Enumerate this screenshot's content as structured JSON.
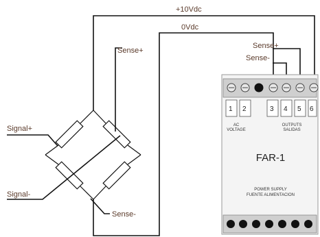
{
  "wires": {
    "supply_pos": "+10Vdc",
    "supply_neg": "0Vdc"
  },
  "bridge_labels": {
    "sense_pos": "Sense+",
    "sense_neg": "Sense-",
    "signal_pos": "Signal+",
    "signal_neg": "Signal-"
  },
  "module_labels": {
    "sense_pos": "Sense+",
    "sense_neg": "Sense-"
  },
  "module": {
    "name": "FAR-1",
    "terminals_left": [
      "1",
      "2"
    ],
    "terminals_right": [
      "3",
      "4",
      "5",
      "6"
    ],
    "ac_line1": "AC",
    "ac_line2": "VOLTAGE",
    "outputs_line1": "OUTPUTS",
    "outputs_line2": "SALIDAS",
    "power_line1": "POWER SUPPLY",
    "power_line2": "FUENTE ALIMENTACION"
  },
  "colors": {
    "wire": "#111111",
    "label": "#5a3a2a",
    "module_body": "#f4f4f4",
    "terminal_strip": "#cfcfcf"
  }
}
